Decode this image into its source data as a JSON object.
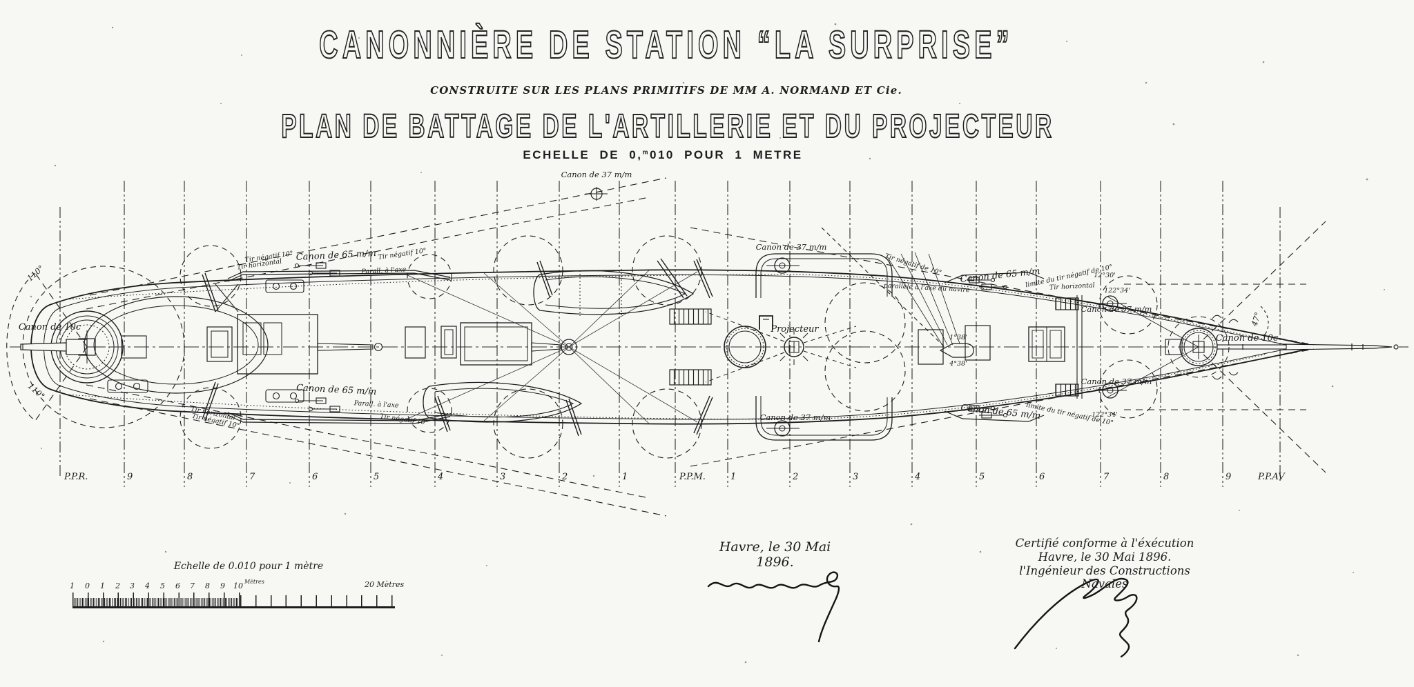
{
  "header": {
    "title": "CANONNIÈRE DE STATION “LA SURPRISE”",
    "subtitle": "CONSTRUITE SUR LES PLANS PRIMITIFS DE MM A. NORMAND ET Cie.",
    "heading2": "PLAN DE BATTAGE DE L'ARTILLERIE ET DU PROJECTEUR",
    "scale_prefix": "ECHELLE DE 0,",
    "scale_sup": "m",
    "scale_suffix": "010 POUR 1 METRE"
  },
  "plan": {
    "labels": {
      "canon10": "Canon de 10c",
      "canon65": "Canon de 65 m/m",
      "canon37": "Canon de 37 m/m",
      "projecteur": "Projecteur",
      "angle110": "110°",
      "angle47": "47°",
      "angle1230": "12°30'",
      "angle12234": "122°34'",
      "angle138": "1°38'",
      "angle438": "4°38'",
      "tir_negatif": "Tir négatif 10°",
      "tir_horizontal": "Tir horizontal",
      "parall_axe": "Parall. à l'axe",
      "tir_negatif_de": "Tir négatif de 10°",
      "parallele_navire": "parallèle à l'axe du navire",
      "limite_tir": "limite du tir négatif de 10°"
    },
    "stations": [
      "P.P.R.",
      "9",
      "8",
      "7",
      "6",
      "5",
      "4",
      "3",
      "2",
      "1",
      "P.P.M.",
      "1",
      "2",
      "3",
      "4",
      "5",
      "6",
      "7",
      "8",
      "9",
      "P.P.AV"
    ]
  },
  "footer": {
    "ruler_title": "Echelle de 0.010 pour 1 mètre",
    "ruler_numbers": [
      "1",
      "0",
      "1",
      "2",
      "3",
      "4",
      "5",
      "6",
      "7",
      "8",
      "9",
      "10"
    ],
    "ruler_metres": "Mètres",
    "ruler_end": "20 Mètres",
    "date_line": "Havre, le 30 Mai 1896.",
    "cert_line1": "Certifié conforme à l'éxécution",
    "cert_line2": "Havre, le 30 Mai 1896.",
    "cert_line3": "l'Ingénieur des Constructions Navales"
  }
}
